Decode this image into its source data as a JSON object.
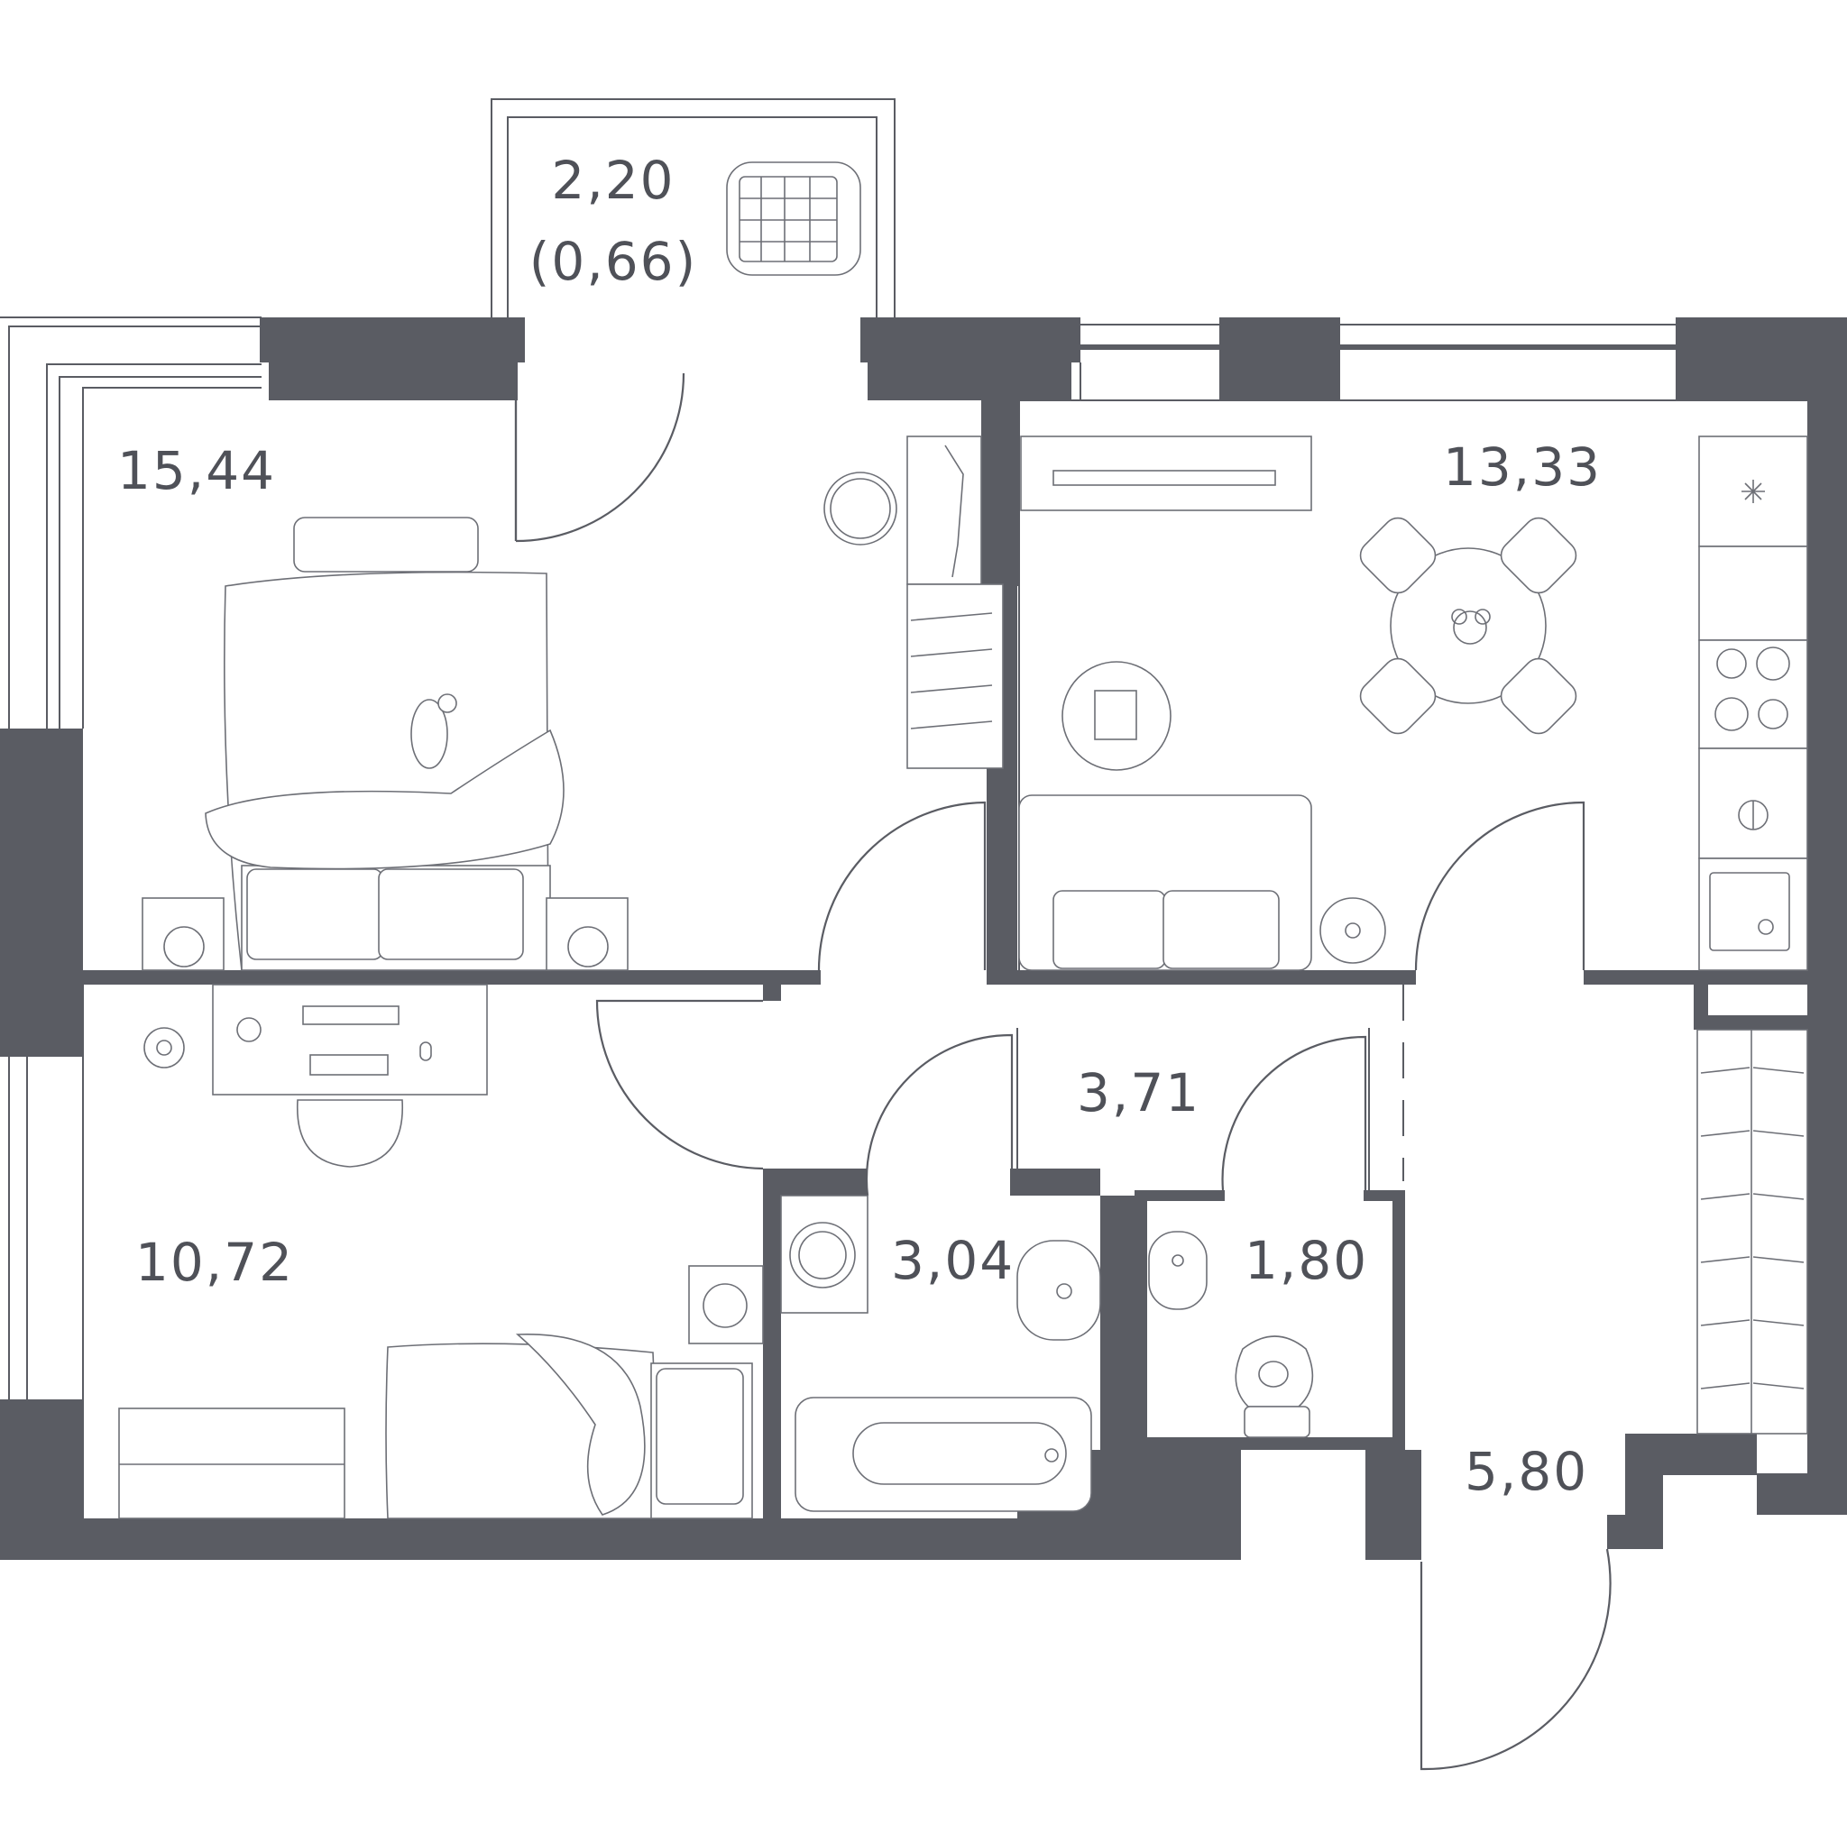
{
  "rooms": {
    "balcony": {
      "area": "2,20",
      "area_reduced": "(0,66)"
    },
    "bedroom": {
      "area": "15,44"
    },
    "kitchen_living": {
      "area": "13,33"
    },
    "hall": {
      "area": "3,71"
    },
    "children_room": {
      "area": "10,72"
    },
    "bathroom": {
      "area": "3,04"
    },
    "toilet": {
      "area": "1,80"
    },
    "entrance": {
      "area": "5,80"
    }
  },
  "colors": {
    "wall": "#5a5c63",
    "line": "#6d6f76",
    "background": "#ffffff"
  }
}
